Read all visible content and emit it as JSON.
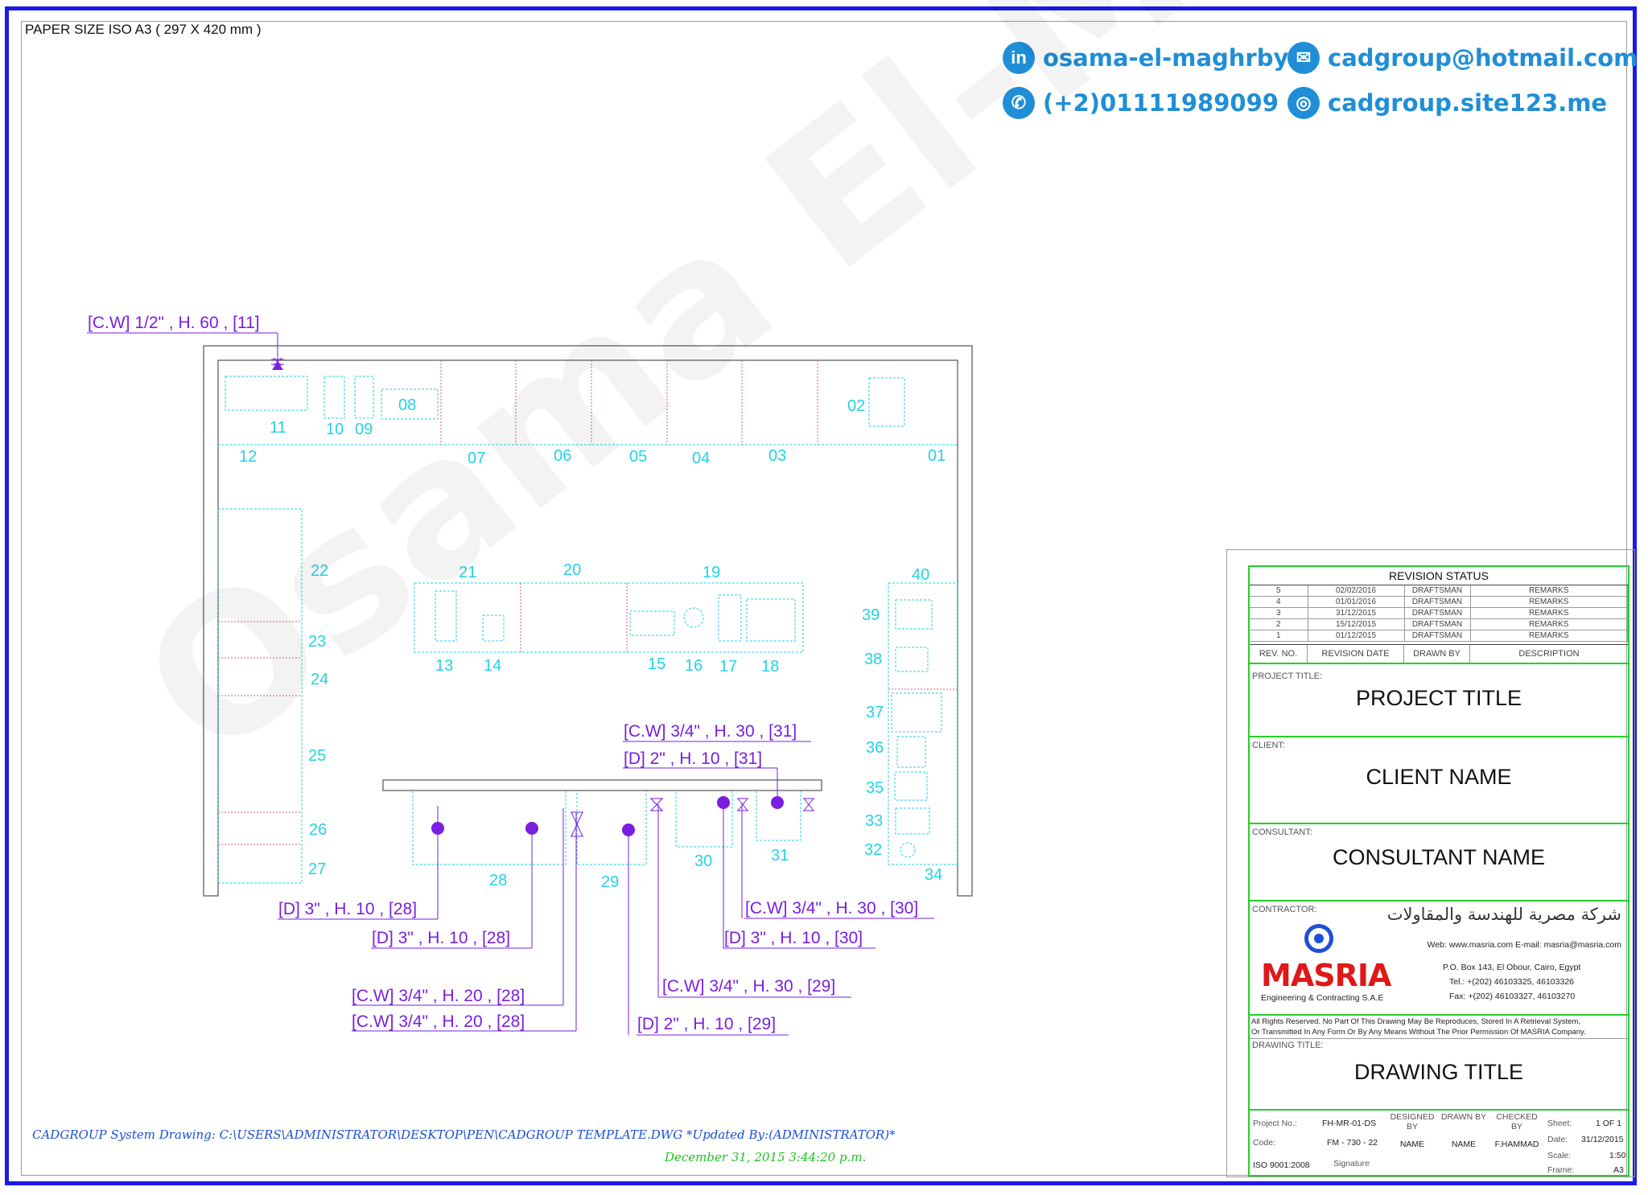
{
  "header": {
    "paper_size": "PAPER SIZE  ISO A3  ( 297 X 420 mm )"
  },
  "contacts": {
    "linkedin": "osama-el-maghrby",
    "email": "cadgroup@hotmail.com",
    "phone": "(+2)01111989099",
    "website": "cadgroup.site123.me"
  },
  "watermark": "Osama El-Maghrby",
  "plan": {
    "item_numbers": [
      "01",
      "02",
      "03",
      "04",
      "05",
      "06",
      "07",
      "08",
      "09",
      "10",
      "11",
      "12",
      "13",
      "14",
      "15",
      "16",
      "17",
      "18",
      "19",
      "20",
      "21",
      "22",
      "23",
      "24",
      "25",
      "26",
      "27",
      "28",
      "29",
      "30",
      "31",
      "32",
      "33",
      "34",
      "35",
      "36",
      "37",
      "38",
      "39",
      "40"
    ],
    "callouts": [
      "[C.W] 1/2\" , H. 60 , [11]",
      "[C.W] 3/4\" , H. 30 , [31]",
      "[D] 2\" , H. 10 , [31]",
      "[D] 3\" , H. 10 , [28]",
      "[D] 3\" , H. 10 , [28]",
      "[C.W] 3/4\" , H. 30 , [30]",
      "[D] 3\" , H. 10 , [30]",
      "[C.W] 3/4\" , H. 20 , [28]",
      "[C.W] 3/4\" , H. 20 , [28]",
      "[C.W] 3/4\" , H. 30 , [29]",
      "[D] 2\" , H. 10 , [29]"
    ],
    "colors": {
      "line": "#22d3e6",
      "callout": "#7a1ee0",
      "wall": "#777777",
      "divider": "#e05a7a"
    }
  },
  "footer": {
    "path": "CADGROUP System Drawing: C:\\USERS\\ADMINISTRATOR\\DESKTOP\\PEN\\CADGROUP TEMPLATE.DWG *Updated By:(ADMINISTRATOR)*",
    "date": "December 31, 2015 3:44:20 p.m."
  },
  "title_block": {
    "revision_status": "REVISION STATUS",
    "revisions": [
      {
        "no": "5",
        "date": "02/02/2016",
        "by": "DRAFTSMAN",
        "desc": "REMARKS"
      },
      {
        "no": "4",
        "date": "01/01/2016",
        "by": "DRAFTSMAN",
        "desc": "REMARKS"
      },
      {
        "no": "3",
        "date": "31/12/2015",
        "by": "DRAFTSMAN",
        "desc": "REMARKS"
      },
      {
        "no": "2",
        "date": "15/12/2015",
        "by": "DRAFTSMAN",
        "desc": "REMARKS"
      },
      {
        "no": "1",
        "date": "01/12/2015",
        "by": "DRAFTSMAN",
        "desc": "REMARKS"
      }
    ],
    "rev_headers": {
      "no": "REV.  NO.",
      "date": "REVISION  DATE",
      "by": "DRAWN  BY",
      "desc": "DESCRIPTION"
    },
    "project_label": "PROJECT  TITLE:",
    "project_title": "PROJECT TITLE",
    "client_label": "CLIENT:",
    "client_name": "CLIENT NAME",
    "consultant_label": "CONSULTANT:",
    "consultant_name": "CONSULTANT NAME",
    "contractor_label": "CONTRACTOR:",
    "contractor_arabic": "شركة مصرية للهندسة والمقاولات",
    "contractor_web": "Web: www.masria.com  E-mail: masria@masria.com",
    "contractor_logo": "MASRIA",
    "contractor_sub": "Engineering & Contracting S.A.E",
    "contractor_address": "P.O. Box 143, El Obour, Cairo, Egypt",
    "contractor_tel": "Tel.: +(202) 46103325, 46103326",
    "contractor_fax": "Fax: +(202) 46103327, 46103270",
    "rights_1": "All Rights Reserved. No Part Of This Drawing May Be Reproduces, Stored In A Retrieval System,",
    "rights_2": "Or Transmitted In Any Form Or By Any Means Without The Prior Permission Of MASRIA Company.",
    "drawing_label": "DRAWING  TITLE:",
    "drawing_title": "DRAWING TITLE",
    "project_no_label": "Project  No.:",
    "project_no": "FH-MR-01-DS",
    "designed_by_label": "DESIGNED BY",
    "drawn_by_label": "DRAWN BY",
    "checked_by_label": "CHECKED BY",
    "sheet_label": "Sheet:",
    "sheet": "1 OF 1",
    "code_label": "Code:",
    "code": "FM - 730 - 22",
    "designed_by": "NAME",
    "drawn_by": "NAME",
    "checked_by": "F.HAMMAD",
    "date_label": "Date:",
    "date": "31/12/2015",
    "iso": "ISO 9001:2008",
    "signature_label": "Signature",
    "scale_label": "Scale:",
    "scale": "1:50",
    "frame_label": "Frame:",
    "frame": "A3"
  }
}
